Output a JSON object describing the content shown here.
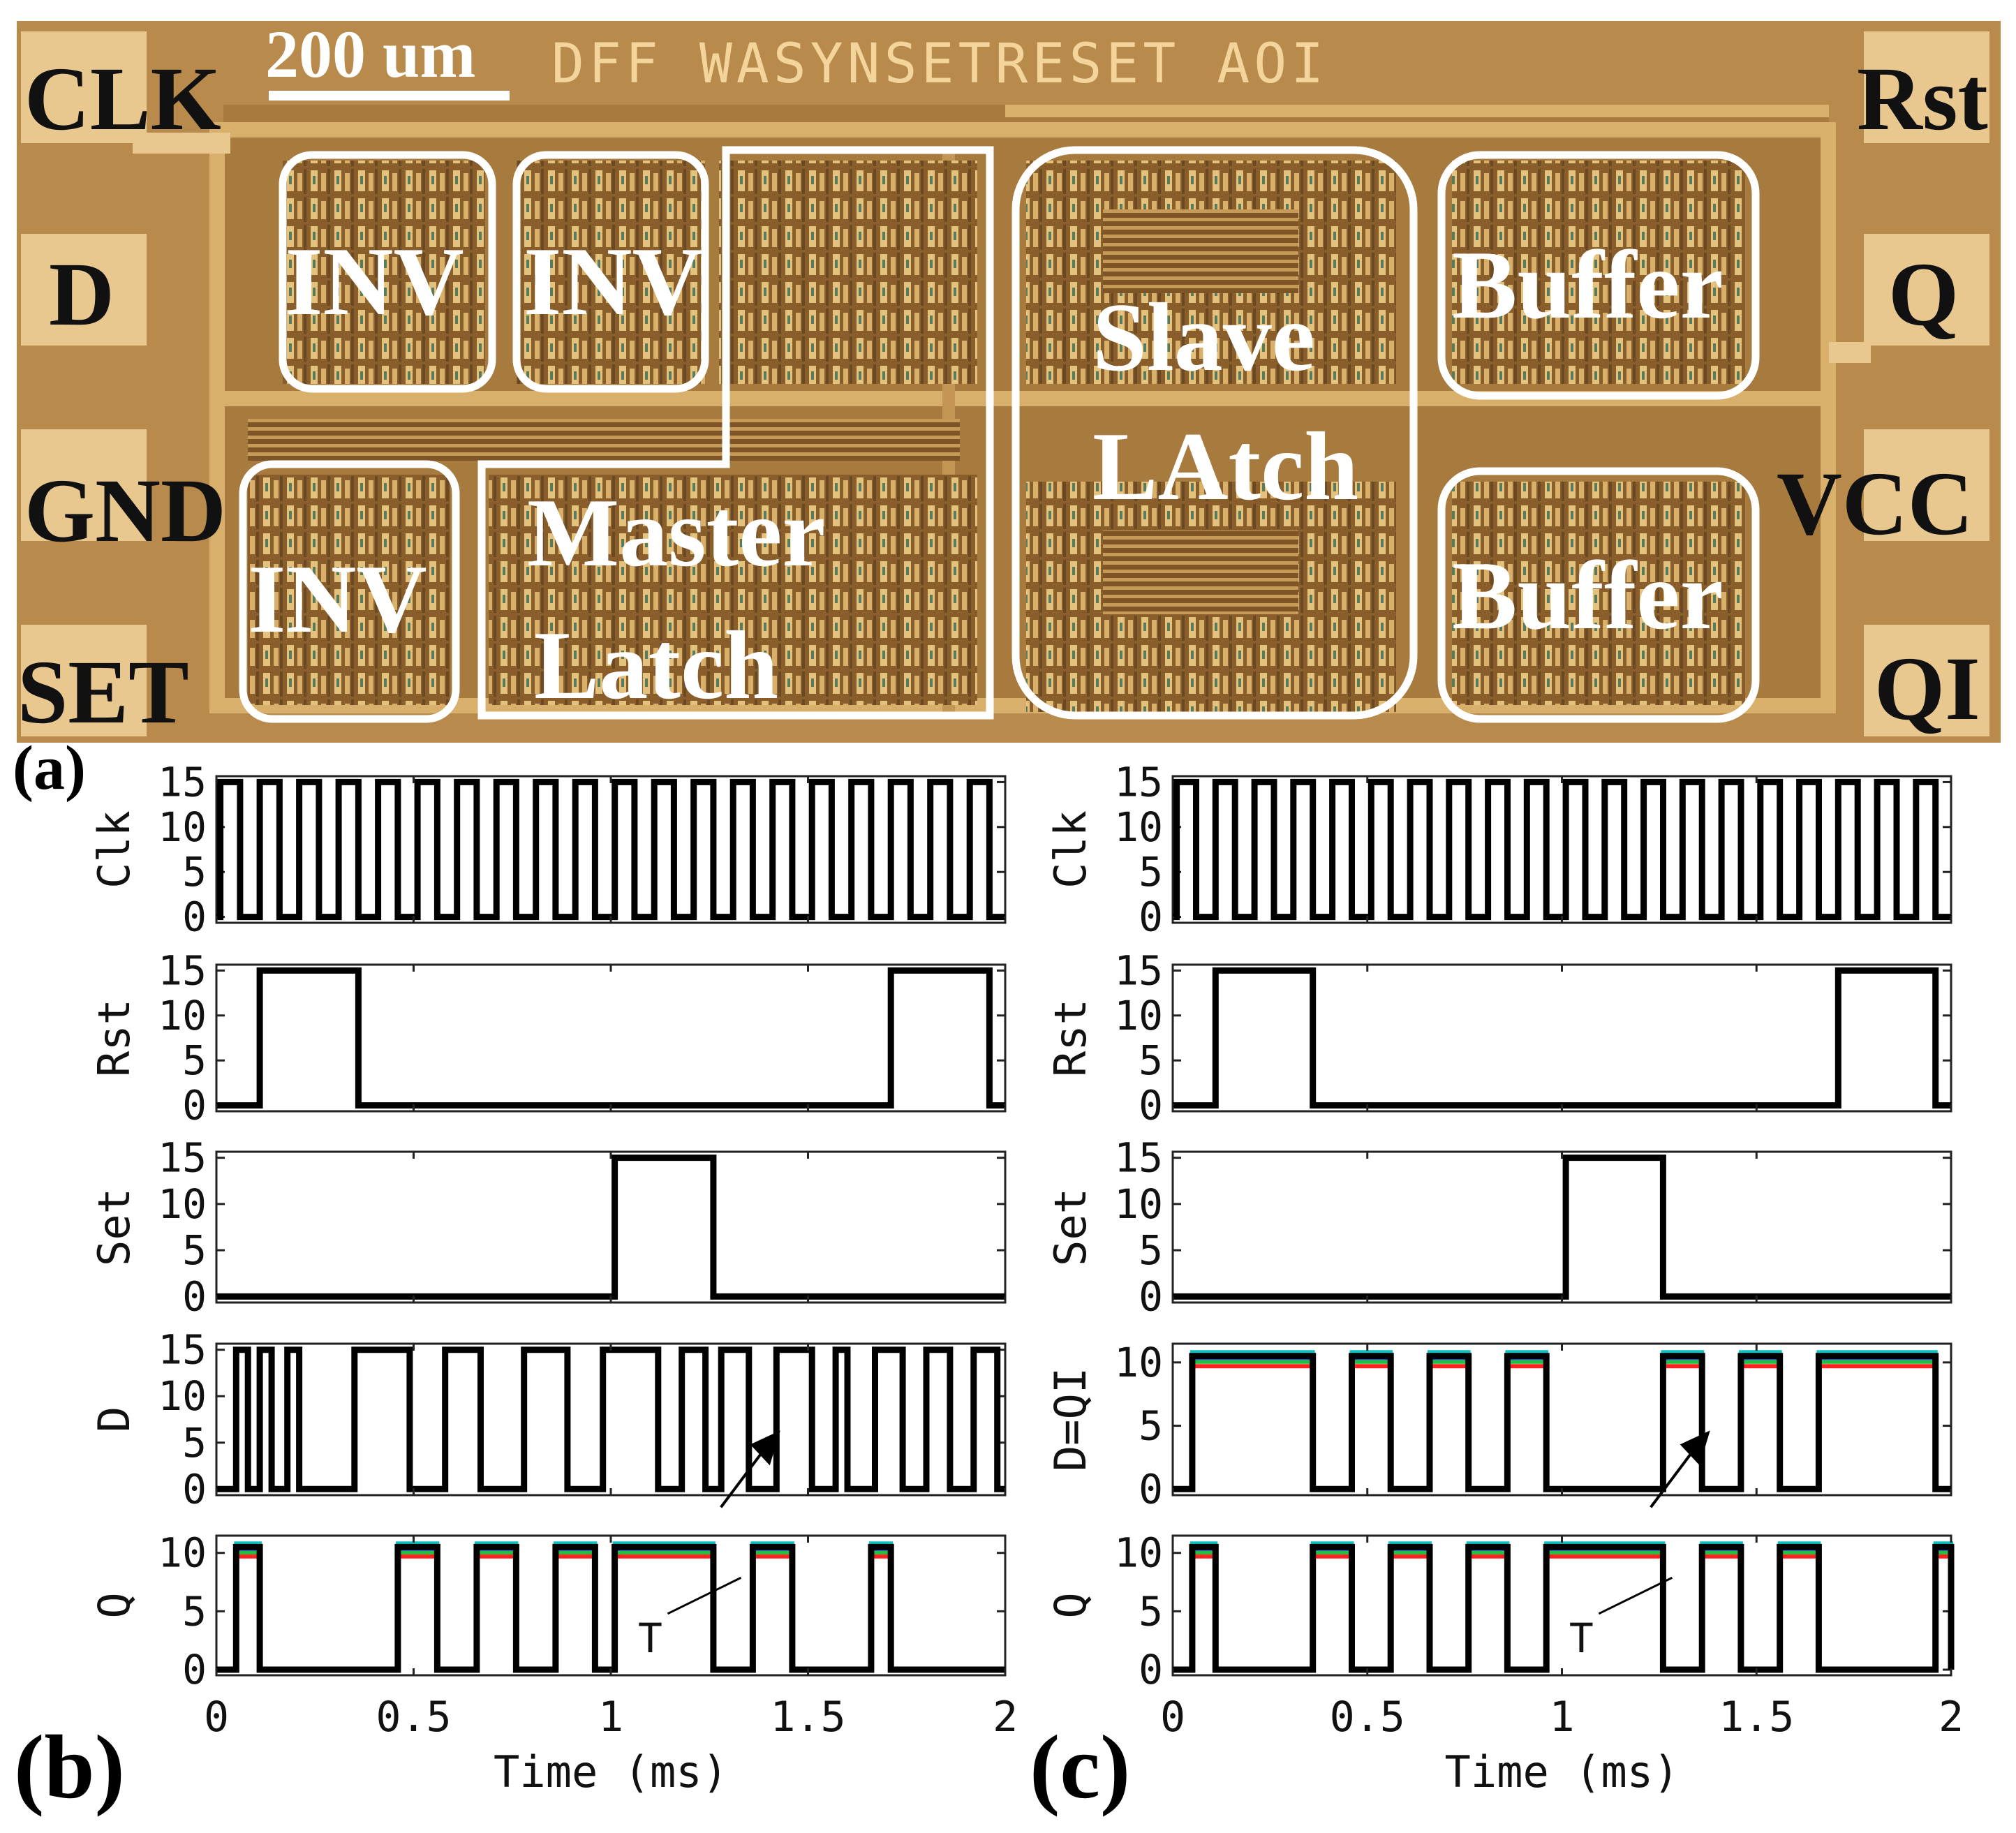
{
  "micrograph": {
    "title": "DFF WASYNSETRESET AOI",
    "scale_bar": "200 um",
    "pins_left": [
      "CLK",
      "D",
      "GND",
      "SET"
    ],
    "pins_right": [
      "Rst",
      "Q",
      "VCC",
      "QI"
    ],
    "blocks": {
      "inv1": "INV",
      "inv2": "INV",
      "inv3": "INV",
      "master_line1": "Master",
      "master_line2": "Latch",
      "slave_line1": "Slave",
      "slave_line2": "LAtch",
      "buffer1": "Buffer",
      "buffer2": "Buffer"
    },
    "colors": {
      "die": "#b88a4c",
      "pad": "#e9c890",
      "outline": "#ffffff"
    }
  },
  "panels": {
    "a": "(a)",
    "b": "(b)",
    "c": "(c)"
  },
  "chart_data": [
    {
      "panel": "(b)",
      "type": "line",
      "xlabel": "Time (ms)",
      "xlim": [
        0,
        2
      ],
      "xticks": [
        "0",
        "0.5",
        "1",
        "1.5",
        "2"
      ],
      "subplots": [
        {
          "ylabel": "Clk",
          "ylim": [
            0,
            15
          ],
          "yticks": [
            "15",
            "10",
            "5",
            "0"
          ],
          "kind": "clock",
          "period": 0.1,
          "high": 15,
          "low": 0,
          "start": 0.01
        },
        {
          "ylabel": "Rst",
          "ylim": [
            0,
            15
          ],
          "yticks": [
            "15",
            "10",
            "5",
            "0"
          ],
          "kind": "pulses",
          "high": 15,
          "low": 0,
          "pulses": [
            [
              0.11,
              0.36
            ],
            [
              1.71,
              1.96
            ]
          ]
        },
        {
          "ylabel": "Set",
          "ylim": [
            0,
            15
          ],
          "yticks": [
            "15",
            "10",
            "5",
            "0"
          ],
          "kind": "pulses",
          "high": 15,
          "low": 0,
          "pulses": [
            [
              1.01,
              1.26
            ]
          ]
        },
        {
          "ylabel": "D",
          "ylim": [
            0,
            15
          ],
          "yticks": [
            "15",
            "10",
            "5",
            "0"
          ],
          "kind": "pulses",
          "high": 15,
          "low": 0,
          "pulses": [
            [
              0.05,
              0.08
            ],
            [
              0.11,
              0.14
            ],
            [
              0.18,
              0.21
            ],
            [
              0.35,
              0.49
            ],
            [
              0.58,
              0.67
            ],
            [
              0.78,
              0.89
            ],
            [
              0.98,
              1.12
            ],
            [
              1.18,
              1.24
            ],
            [
              1.28,
              1.35
            ],
            [
              1.42,
              1.51
            ],
            [
              1.57,
              1.6
            ],
            [
              1.67,
              1.74
            ],
            [
              1.8,
              1.86
            ],
            [
              1.92,
              1.98
            ]
          ],
          "arrow_at": 1.35
        },
        {
          "ylabel": "Q",
          "ylim": [
            0,
            11
          ],
          "yticks": [
            "10",
            "5",
            "0"
          ],
          "kind": "pulses",
          "high": 10.5,
          "low": 0,
          "pulses": [
            [
              0.05,
              0.11
            ],
            [
              0.46,
              0.56
            ],
            [
              0.66,
              0.76
            ],
            [
              0.86,
              0.96
            ],
            [
              1.01,
              1.26
            ],
            [
              1.36,
              1.46
            ],
            [
              1.66,
              1.71
            ]
          ],
          "annotation": "T",
          "annotation_x": 1.1,
          "spread_colors": [
            "#ff2020",
            "#20c040",
            "#3060ff",
            "#e020e0",
            "#10c0c0"
          ]
        }
      ]
    },
    {
      "panel": "(c)",
      "type": "line",
      "xlabel": "Time (ms)",
      "xlim": [
        0,
        2
      ],
      "xticks": [
        "0",
        "0.5",
        "1",
        "1.5",
        "2"
      ],
      "subplots": [
        {
          "ylabel": "Clk",
          "ylim": [
            0,
            15
          ],
          "yticks": [
            "15",
            "10",
            "5",
            "0"
          ],
          "kind": "clock",
          "period": 0.1,
          "high": 15,
          "low": 0,
          "start": 0.01
        },
        {
          "ylabel": "Rst",
          "ylim": [
            0,
            15
          ],
          "yticks": [
            "15",
            "10",
            "5",
            "0"
          ],
          "kind": "pulses",
          "high": 15,
          "low": 0,
          "pulses": [
            [
              0.11,
              0.36
            ],
            [
              1.71,
              1.96
            ]
          ]
        },
        {
          "ylabel": "Set",
          "ylim": [
            0,
            15
          ],
          "yticks": [
            "15",
            "10",
            "5",
            "0"
          ],
          "kind": "pulses",
          "high": 15,
          "low": 0,
          "pulses": [
            [
              1.01,
              1.26
            ]
          ]
        },
        {
          "ylabel": "D=QI",
          "ylim": [
            0,
            11
          ],
          "yticks": [
            "10",
            "5",
            "0"
          ],
          "kind": "pulses",
          "high": 10.5,
          "low": 0,
          "pulses": [
            [
              0.05,
              0.36
            ],
            [
              0.46,
              0.56
            ],
            [
              0.66,
              0.76
            ],
            [
              0.86,
              0.96
            ],
            [
              1.26,
              1.36
            ],
            [
              1.46,
              1.56
            ],
            [
              1.66,
              1.96
            ]
          ],
          "arrow_at": 1.3,
          "spread_colors": [
            "#ff2020",
            "#20c040",
            "#3060ff",
            "#e020e0",
            "#10c0c0"
          ]
        },
        {
          "ylabel": "Q",
          "ylim": [
            0,
            11
          ],
          "yticks": [
            "10",
            "5",
            "0"
          ],
          "kind": "pulses",
          "high": 10.5,
          "low": 0,
          "pulses": [
            [
              0.05,
              0.11
            ],
            [
              0.36,
              0.46
            ],
            [
              0.56,
              0.66
            ],
            [
              0.76,
              0.86
            ],
            [
              0.96,
              1.26
            ],
            [
              1.36,
              1.46
            ],
            [
              1.56,
              1.66
            ],
            [
              1.96,
              2.0
            ]
          ],
          "annotation": "T",
          "annotation_x": 1.05,
          "spread_colors": [
            "#ff2020",
            "#20c040",
            "#3060ff",
            "#e020e0",
            "#10c0c0"
          ]
        }
      ]
    }
  ]
}
